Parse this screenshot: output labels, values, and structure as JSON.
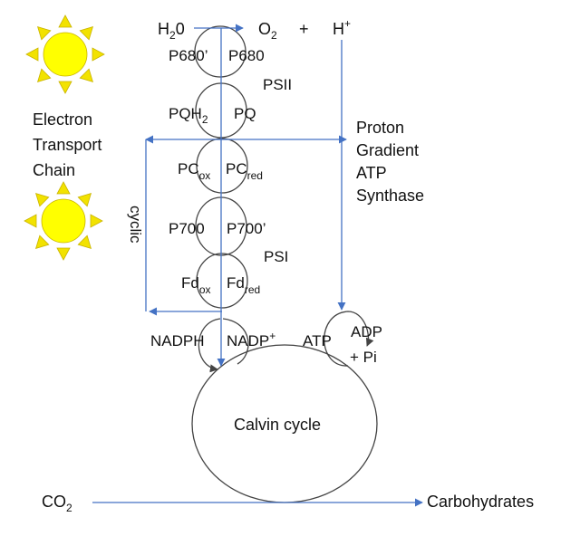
{
  "colors": {
    "arrow": "#4472c4",
    "circle": "#444444",
    "sun_fill": "#ffff00",
    "sun_ray": "#f2e200",
    "sun_stroke": "#c9b400",
    "text": "#111111"
  },
  "icons": [
    "sun-icon",
    "sun-icon"
  ],
  "labels": {
    "h2o": {
      "main": "H",
      "sub": "2",
      "tail": "0"
    },
    "o2": {
      "main": "O",
      "sub": "2"
    },
    "plus": "+",
    "h_plus": {
      "main": "H",
      "sup": "+"
    },
    "p680_prime": "P680’",
    "p680": "P680",
    "psii": "PSII",
    "pqh2": {
      "main": "PQH",
      "sub": "2"
    },
    "pq": "PQ",
    "electron_transport": [
      "Electron",
      "Transport",
      "Chain"
    ],
    "proton_gradient": [
      "Proton",
      "Gradient",
      "ATP",
      "Synthase"
    ],
    "pc_ox": {
      "main": "PC",
      "sub": "ox"
    },
    "pc_red": {
      "main": "PC",
      "sub": "red"
    },
    "cyclic": "cyclic",
    "p700": "P700",
    "p700_prime": "P700’",
    "psi": "PSI",
    "fd_ox": {
      "main": "Fd",
      "sub": "ox"
    },
    "fd_red": {
      "main": "Fd",
      "sub": "red"
    },
    "nadph": "NADPH",
    "nadp_plus": {
      "main": "NADP",
      "sup": "+"
    },
    "atp": "ATP",
    "adp": "ADP",
    "plus_pi": "+  Pi",
    "calvin": "Calvin cycle",
    "co2": {
      "main": "CO",
      "sub": "2"
    },
    "carbohydrates": "Carbohydrates"
  }
}
